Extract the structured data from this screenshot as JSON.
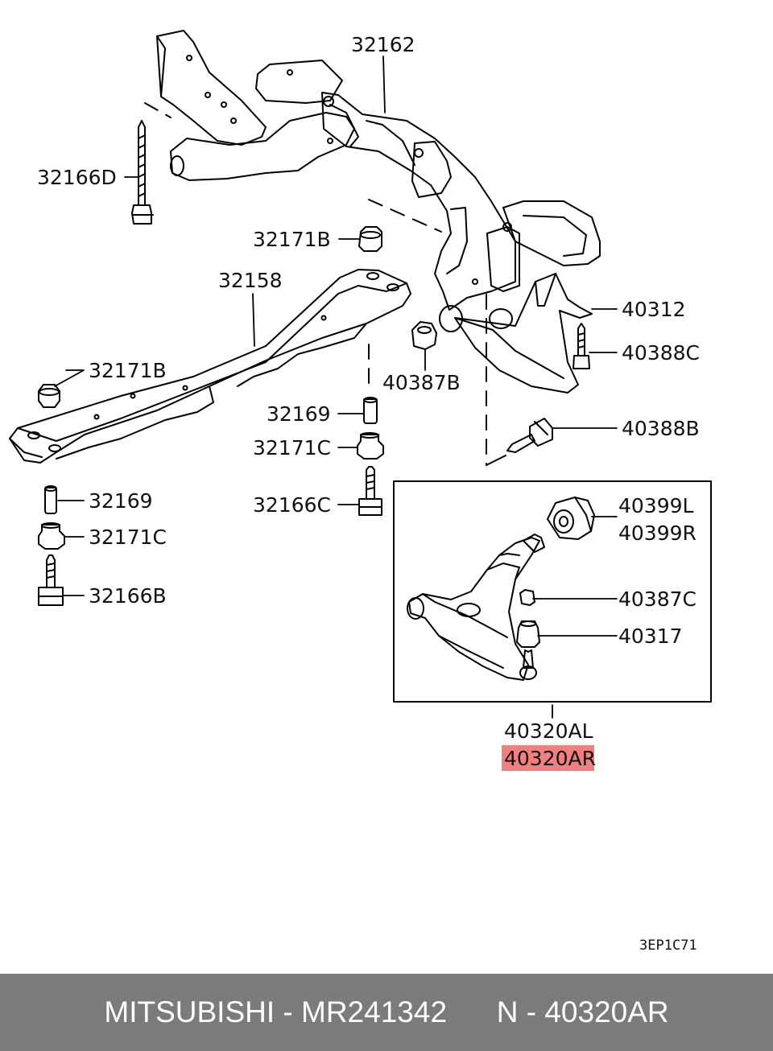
{
  "parts": {
    "p32162": "32162",
    "p32166D": "32166D",
    "p32171B_top": "32171B",
    "p32158": "32158",
    "p32171B_left": "32171B",
    "p32169_center": "32169",
    "p32171C_center": "32171C",
    "p32166C": "32166C",
    "p32169_left": "32169",
    "p32171C_left": "32171C",
    "p32166B": "32166B",
    "p40312": "40312",
    "p40388C": "40388C",
    "p40387B": "40387B",
    "p40388B": "40388B",
    "p40399L": "40399L",
    "p40399R": "40399R",
    "p40387C": "40387C",
    "p40317": "40317",
    "p40320AL": "40320AL",
    "p40320AR": "40320AR"
  },
  "diagram_code": "3EP1C71",
  "highlight_color": "#f08080",
  "footer": {
    "brand_part": "MITSUBISHI - MR241342",
    "ref": "N - 40320AR"
  }
}
